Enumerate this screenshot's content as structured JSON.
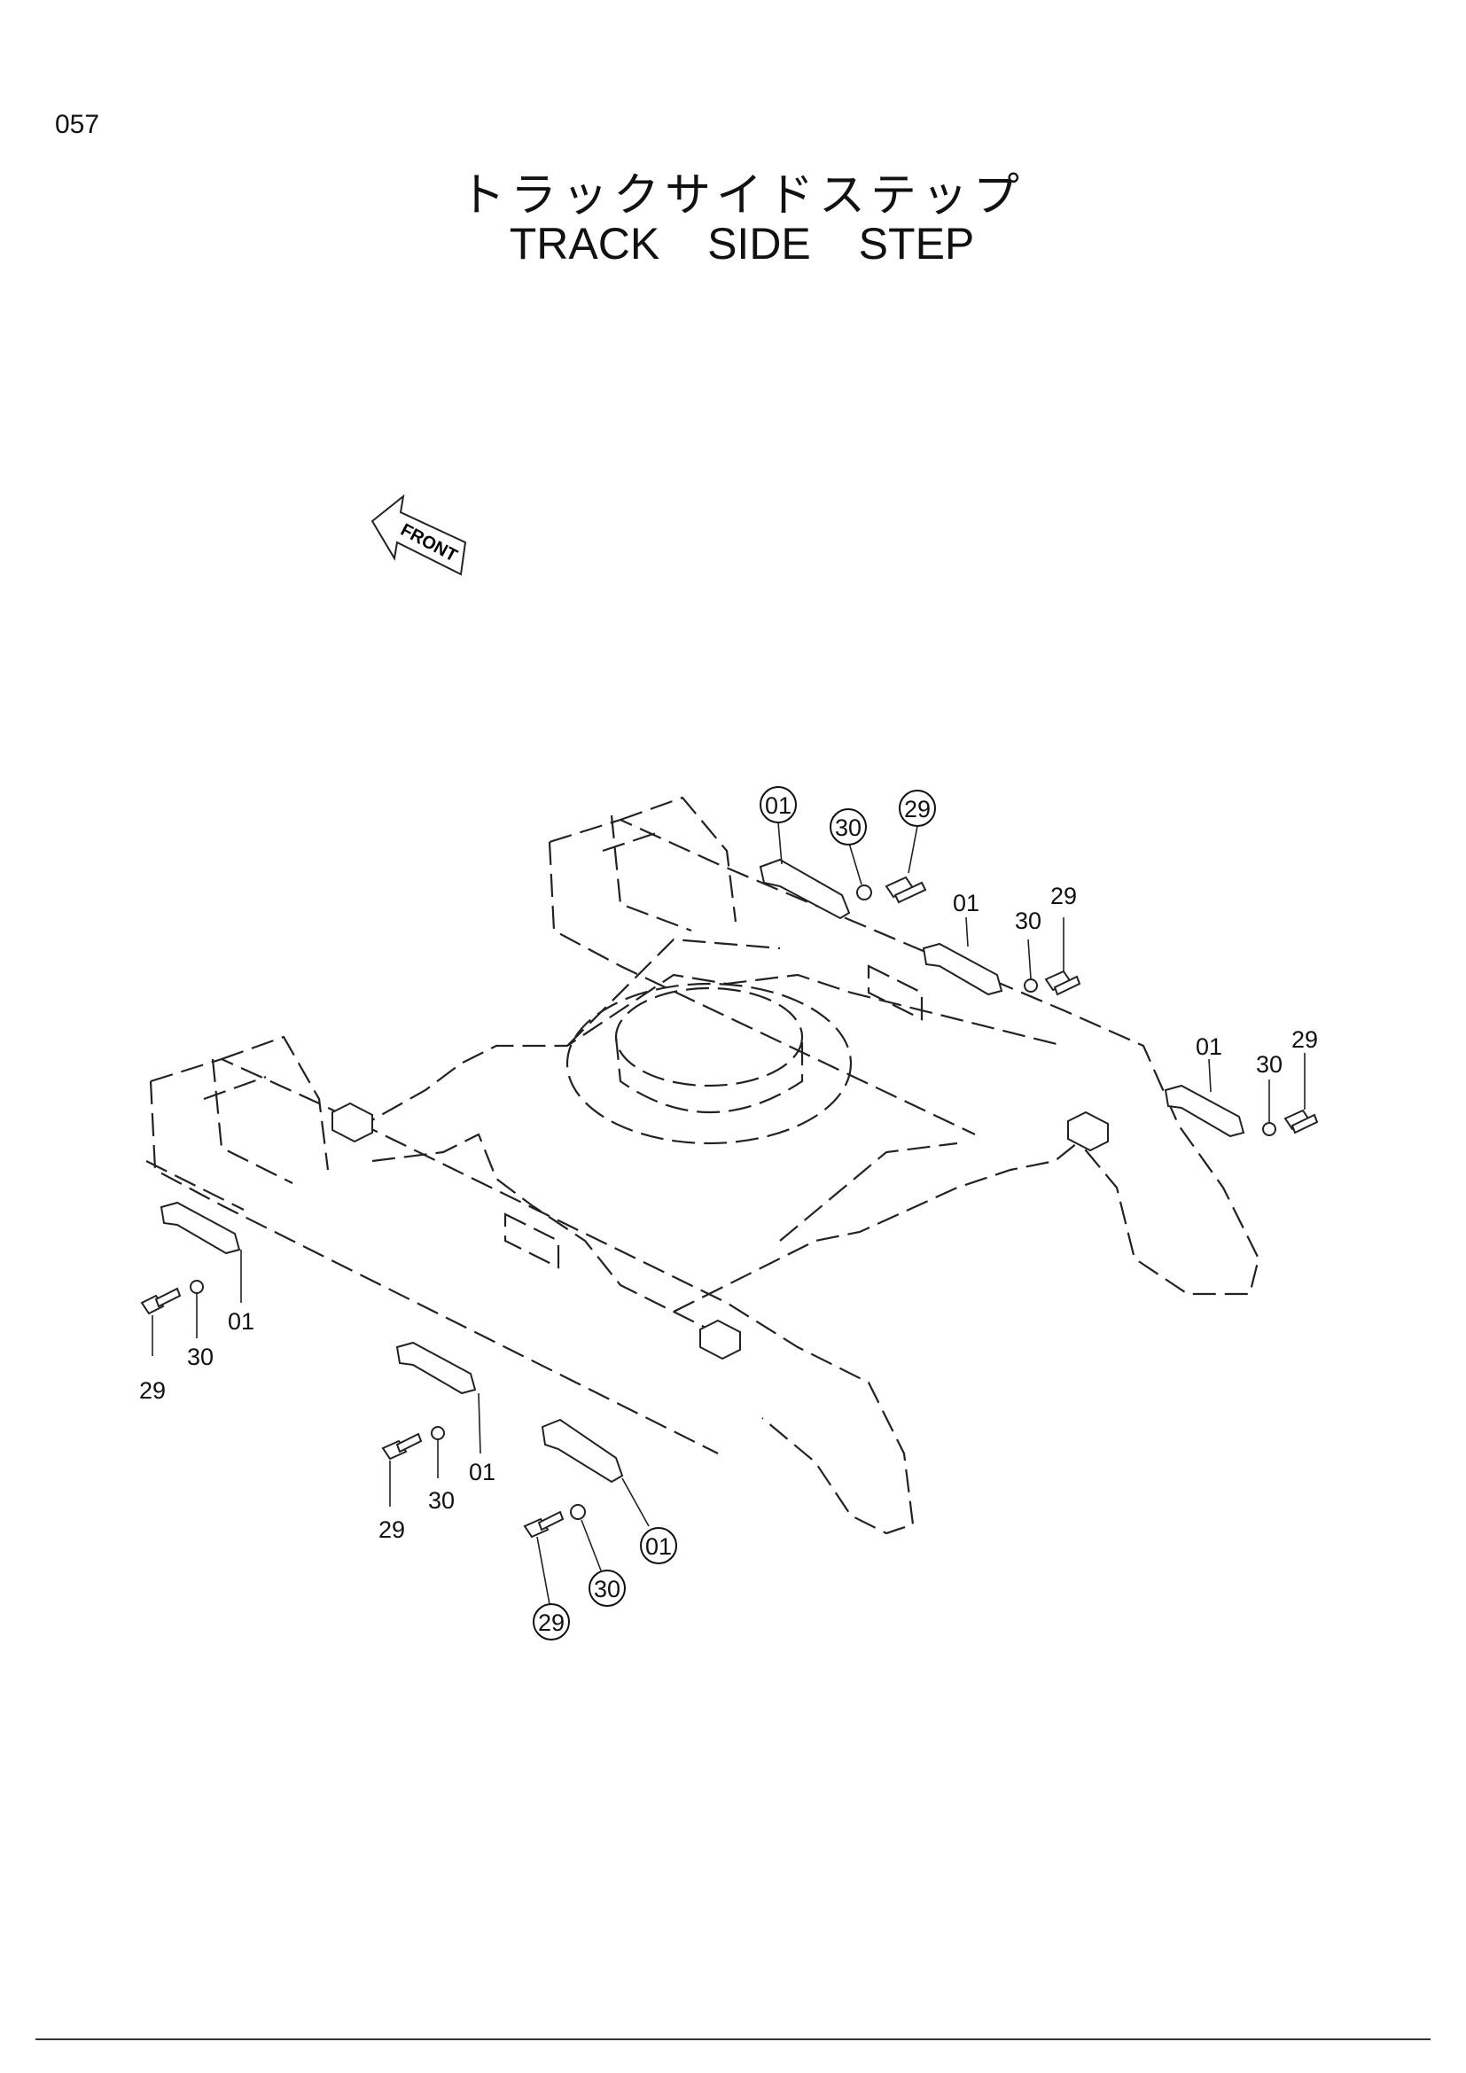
{
  "page": {
    "number": "057",
    "title_jp": "トラックサイドステップ",
    "title_en": "TRACK SIDE STEP"
  },
  "front_arrow": {
    "label": "FRONT"
  },
  "callouts": {
    "c1": "01",
    "c2": "30",
    "c3": "29",
    "c4": "01",
    "c5": "30",
    "c6": "29",
    "c7": "01",
    "c8": "30",
    "c9": "29",
    "c10": "01",
    "c11": "30",
    "c12": "29",
    "c13": "01",
    "c14": "30",
    "c15": "29",
    "c16": "01",
    "c17": "30",
    "c18": "29"
  }
}
